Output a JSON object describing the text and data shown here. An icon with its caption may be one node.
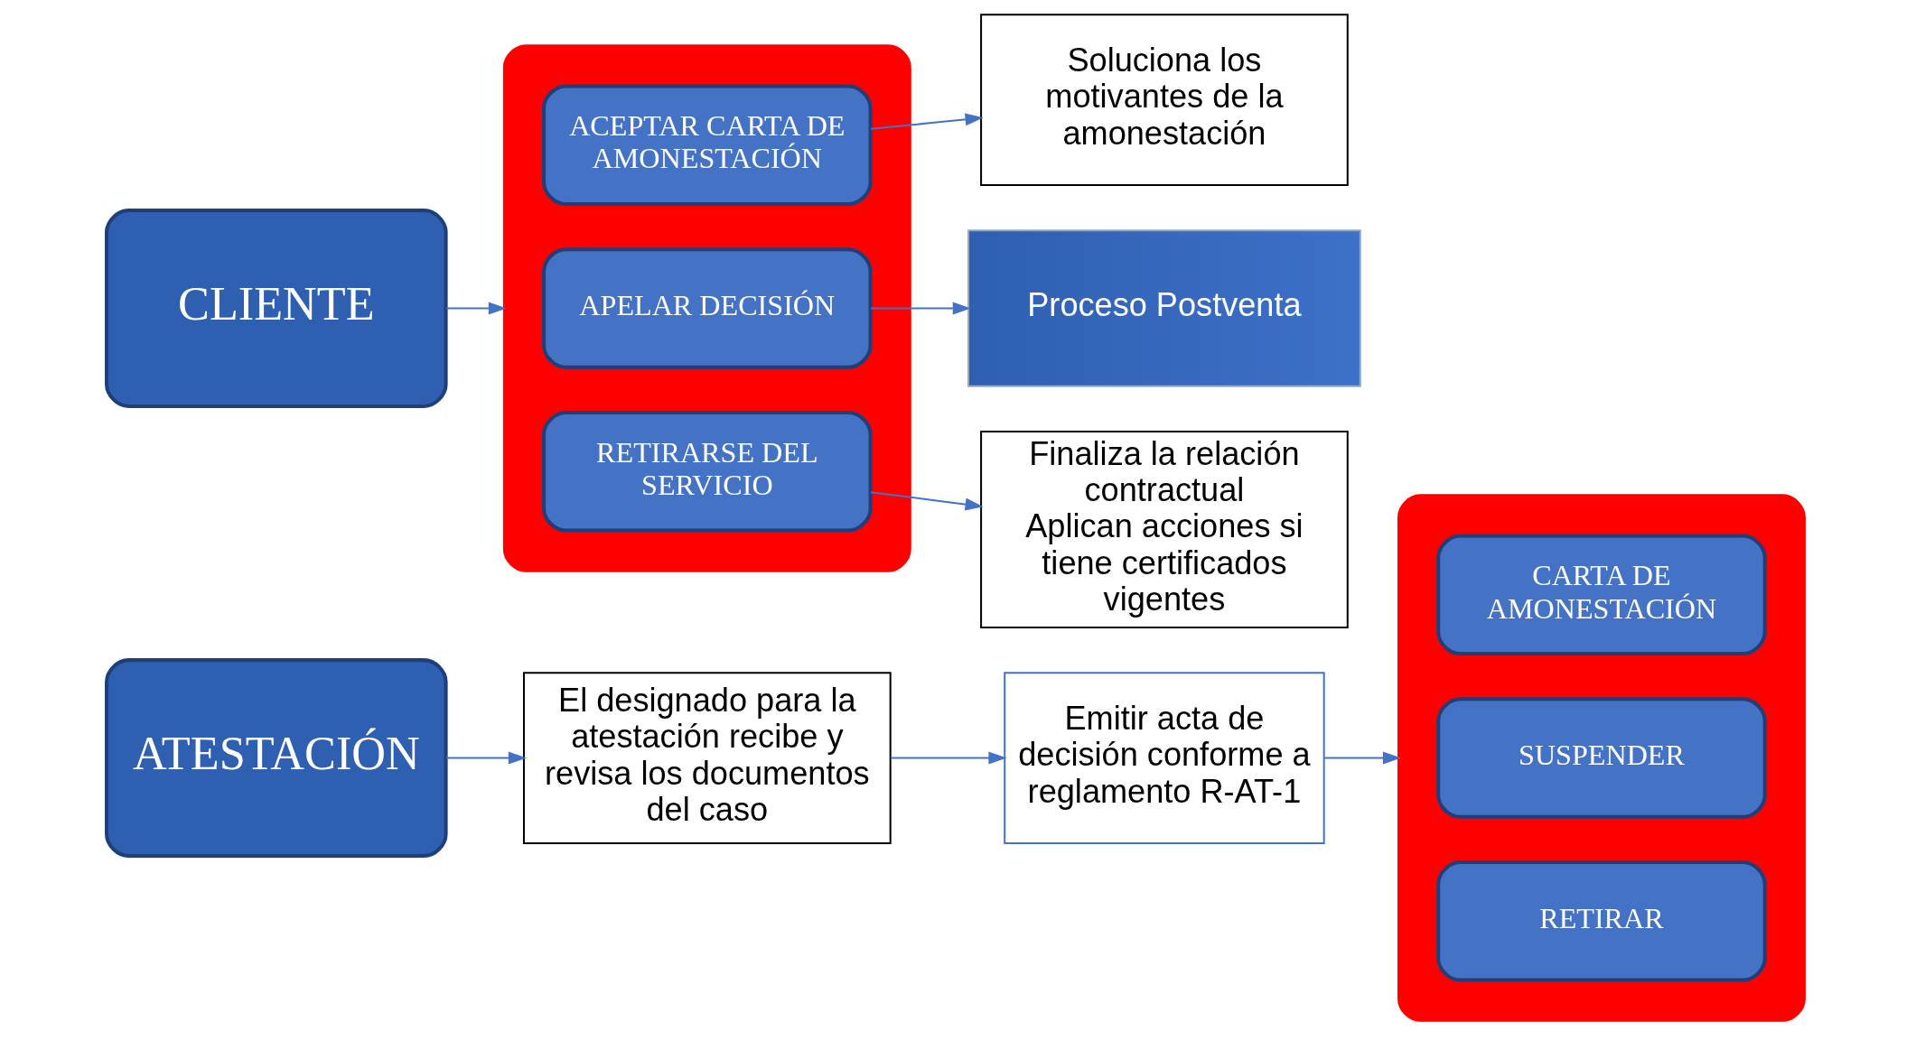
{
  "diagram": {
    "nodes": [
      {
        "text": [
          "ATESTACIÓN"
        ]
      },
      {
        "text": [
          "El designado para la atestación recibe y revisa los documentos del caso"
        ]
      },
      {
        "text": [
          "Emitir acta de decisión conforme a reglamento R-AT-1"
        ]
      },
      {
        "text": [],
        "shape": "box"
      },
      {
        "text": [
          "CARTA DE AMONESTACIÓN"
        ],
        "in": 3
      },
      {
        "text": [
          "SUSPENDER"
        ],
        "in": 3
      },
      {
        "text": [
          "RETIRAR"
        ],
        "in": 3
      },
      {
        "text": [
          "CLIENTE"
        ]
      },
      {
        "text": [],
        "shape": "box"
      },
      {
        "text": [
          "ACEPTAR CARTA DE AMONESTACIÓN"
        ],
        "in": 8
      },
      {
        "text": [
          "APELAR DECISIÓN"
        ],
        "in": 8
      },
      {
        "text": [
          "RETIRARSE DEL SERVICIO"
        ],
        "in": 8
      },
      {
        "text": [
          "Soluciona los motivantes de la amonestación"
        ]
      },
      {
        "text": [
          "Proceso Postventa"
        ]
      },
      {
        "text": [
          "Finaliza la relación contractual",
          "Aplican acciones si tiene certificados vigentes"
        ]
      }
    ],
    "edges": [
      {
        "from": 0,
        "to": 1,
        "arrow": "to"
      },
      {
        "from": 1,
        "to": 2,
        "arrow": "to"
      },
      {
        "from": 2,
        "to": 3,
        "arrow": "to"
      },
      {
        "from": 7,
        "to": 8,
        "arrow": "to"
      },
      {
        "from": 9,
        "to": 12,
        "arrow": "to"
      },
      {
        "from": 10,
        "to": 13,
        "arrow": "to"
      },
      {
        "from": 11,
        "to": 14,
        "arrow": "to"
      }
    ]
  }
}
